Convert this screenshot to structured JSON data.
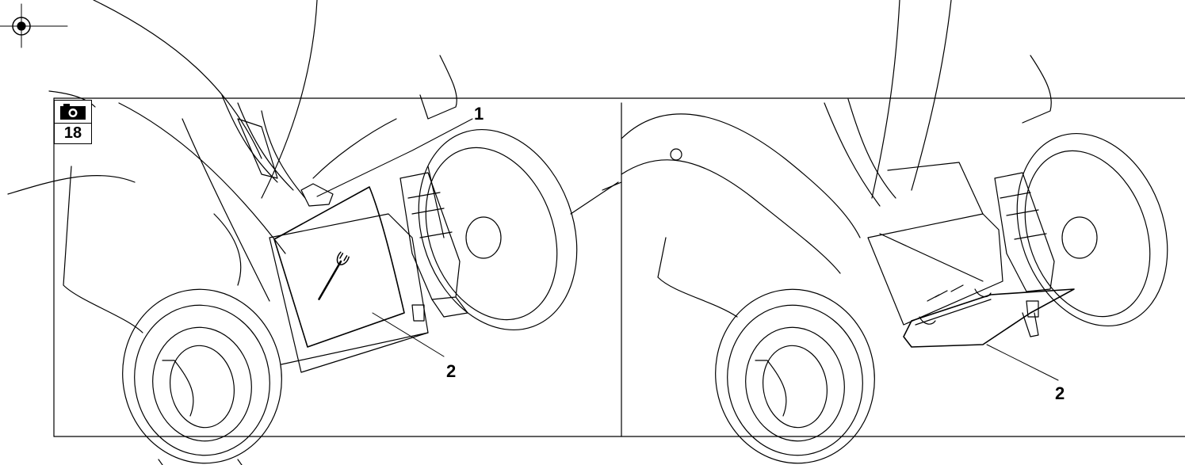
{
  "figure": {
    "number": "18",
    "camera_icon": "camera-icon",
    "registration_mark_icon": "crosshair-registration-icon"
  },
  "left_panel": {
    "callouts": [
      "1",
      "2"
    ],
    "door_icon": "wrench-icon"
  },
  "right_panel": {
    "callouts": [
      "2"
    ]
  }
}
